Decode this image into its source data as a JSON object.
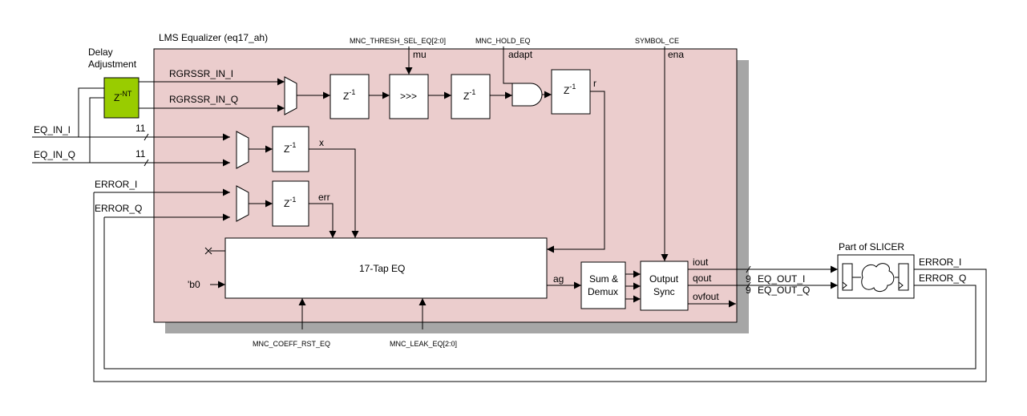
{
  "title": "LMS Equalizer (eq17_ah)",
  "delay_adjustment": {
    "line1": "Delay",
    "line2": "Adjustment",
    "symbol": "Z",
    "exponent": "-NT"
  },
  "control_signals": {
    "thresh_sel": "MNC_THRESH_SEL_EQ[2:0]",
    "hold": "MNC_HOLD_EQ",
    "symbol_ce": "SYMBOL_CE",
    "coeff_rst": "MNC_COEFF_RST_EQ",
    "leak": "MNC_LEAK_EQ[2:0]"
  },
  "inputs": {
    "eq_in_i": "EQ_IN_I",
    "eq_in_q": "EQ_IN_Q",
    "error_i": "ERROR_I",
    "error_q": "ERROR_Q",
    "rgrssr_in_i": "RGRSSR_IN_I",
    "rgrssr_in_q": "RGRSSR_IN_Q",
    "bus_width_in": "11",
    "const_b0": "'b0"
  },
  "port_labels": {
    "mu": "mu",
    "adapt": "adapt",
    "ena": "ena",
    "r": "r",
    "x": "x",
    "err": "err",
    "ag": "ag",
    "iout": "iout",
    "qout": "qout",
    "ovfout": "ovfout"
  },
  "blocks": {
    "delay": {
      "symbol": "Z",
      "exponent": "-1"
    },
    "shift": ">>>",
    "tap_eq": "17-Tap EQ",
    "sum_demux": {
      "line1": "Sum &",
      "line2": "Demux"
    },
    "output_sync": {
      "line1": "Output",
      "line2": "Sync"
    }
  },
  "outputs": {
    "eq_out_i": "EQ_OUT_I",
    "eq_out_q": "EQ_OUT_Q",
    "bus_width_out": "9",
    "error_i": "ERROR_I",
    "error_q": "ERROR_Q"
  },
  "slicer": {
    "label": "Part of SLICER"
  },
  "colors": {
    "equalizer_fill": "#ebcdcd",
    "shadow": "#a6a6a6",
    "delay_adjust_fill": "#99cc00",
    "block_fill": "#ffffff",
    "line": "#000000"
  }
}
